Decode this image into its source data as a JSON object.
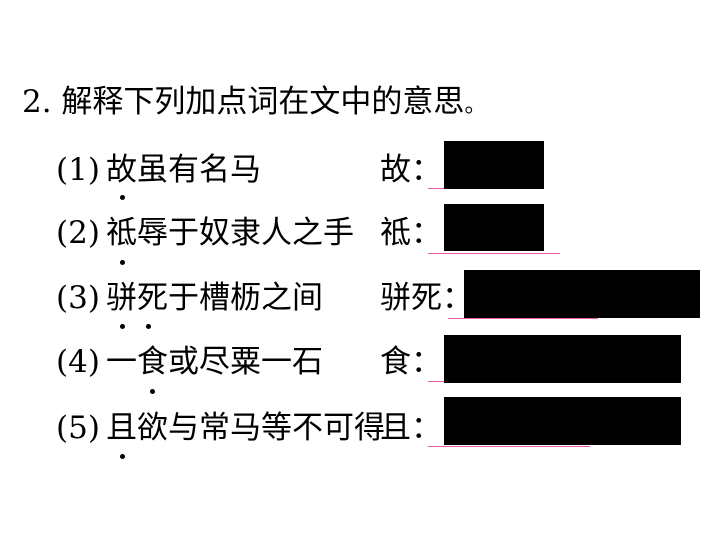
{
  "title": "2. 解释下列加点词在文中的意思",
  "title_end": "。",
  "items": [
    {
      "num": "(1)",
      "sentence": "故虽有名马",
      "label": "故："
    },
    {
      "num": "(2)",
      "sentence": "祗辱于奴隶人之手",
      "label": "祗："
    },
    {
      "num": "(3)",
      "sentence": "骈死于槽枥之间",
      "label": "骈死："
    },
    {
      "num": "(4)",
      "sentence": "一食或尽粟一石",
      "label": "食："
    },
    {
      "num": "(5)",
      "sentence": "且欲与常马等不可得",
      "label": "且："
    }
  ],
  "colors": {
    "answer_underline": "#e65aa8",
    "redaction": "#000000"
  }
}
